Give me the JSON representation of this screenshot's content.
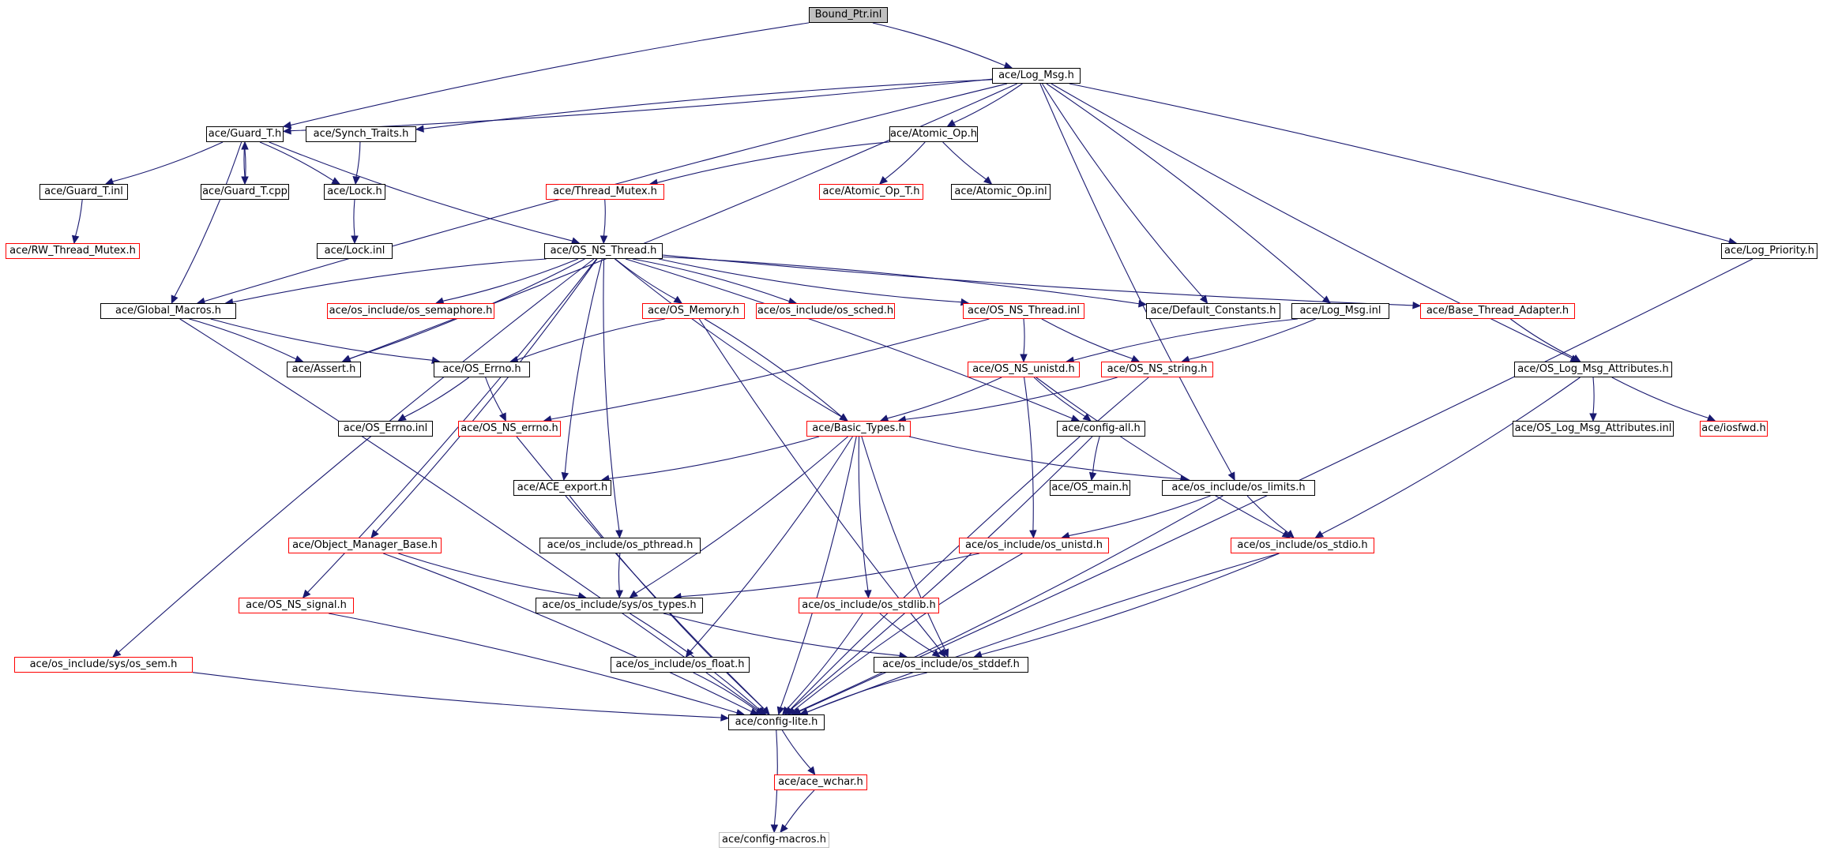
{
  "colors": {
    "edge": "#191970",
    "red_border": "#ff0000",
    "black_border": "#000000",
    "gray_border": "#bfbfbf",
    "root_fill": "#bfbfbf"
  },
  "nodes": [
    {
      "id": "n0",
      "label": "Bound_Ptr.inl",
      "style": "root"
    },
    {
      "id": "n1",
      "label": "ace/Log_Msg.h",
      "style": "black"
    },
    {
      "id": "n2",
      "label": "ace/Guard_T.h",
      "style": "black"
    },
    {
      "id": "n3",
      "label": "ace/Synch_Traits.h",
      "style": "black"
    },
    {
      "id": "n4",
      "label": "ace/Atomic_Op.h",
      "style": "black"
    },
    {
      "id": "n5",
      "label": "ace/Guard_T.inl",
      "style": "black"
    },
    {
      "id": "n6",
      "label": "ace/Guard_T.cpp",
      "style": "black"
    },
    {
      "id": "n7",
      "label": "ace/Lock.h",
      "style": "black"
    },
    {
      "id": "n8",
      "label": "ace/Thread_Mutex.h",
      "style": "red"
    },
    {
      "id": "n9",
      "label": "ace/Atomic_Op_T.h",
      "style": "red"
    },
    {
      "id": "n10",
      "label": "ace/Atomic_Op.inl",
      "style": "black"
    },
    {
      "id": "n11",
      "label": "ace/RW_Thread_Mutex.h",
      "style": "red"
    },
    {
      "id": "n12",
      "label": "ace/Lock.inl",
      "style": "black"
    },
    {
      "id": "n13",
      "label": "ace/OS_NS_Thread.h",
      "style": "black"
    },
    {
      "id": "n14",
      "label": "ace/Log_Priority.h",
      "style": "black"
    },
    {
      "id": "n15",
      "label": "ace/Global_Macros.h",
      "style": "black"
    },
    {
      "id": "n16",
      "label": "ace/os_include/os_semaphore.h",
      "style": "red"
    },
    {
      "id": "n17",
      "label": "ace/OS_Memory.h",
      "style": "red"
    },
    {
      "id": "n18",
      "label": "ace/os_include/os_sched.h",
      "style": "red"
    },
    {
      "id": "n19",
      "label": "ace/OS_NS_Thread.inl",
      "style": "red"
    },
    {
      "id": "n20",
      "label": "ace/Default_Constants.h",
      "style": "black"
    },
    {
      "id": "n21",
      "label": "ace/Log_Msg.inl",
      "style": "black"
    },
    {
      "id": "n22",
      "label": "ace/Base_Thread_Adapter.h",
      "style": "red"
    },
    {
      "id": "n23",
      "label": "ace/Assert.h",
      "style": "black"
    },
    {
      "id": "n24",
      "label": "ace/OS_Errno.h",
      "style": "black"
    },
    {
      "id": "n25",
      "label": "ace/OS_NS_unistd.h",
      "style": "red"
    },
    {
      "id": "n26",
      "label": "ace/OS_NS_string.h",
      "style": "red"
    },
    {
      "id": "n27",
      "label": "ace/OS_Log_Msg_Attributes.h",
      "style": "black"
    },
    {
      "id": "n28",
      "label": "ace/OS_Errno.inl",
      "style": "black"
    },
    {
      "id": "n29",
      "label": "ace/OS_NS_errno.h",
      "style": "red"
    },
    {
      "id": "n30",
      "label": "ace/Basic_Types.h",
      "style": "red"
    },
    {
      "id": "n31",
      "label": "ace/config-all.h",
      "style": "black"
    },
    {
      "id": "n32",
      "label": "ace/OS_Log_Msg_Attributes.inl",
      "style": "black"
    },
    {
      "id": "n33",
      "label": "ace/iosfwd.h",
      "style": "red"
    },
    {
      "id": "n34",
      "label": "ace/ACE_export.h",
      "style": "black"
    },
    {
      "id": "n35",
      "label": "ace/os_include/os_limits.h",
      "style": "black"
    },
    {
      "id": "n36",
      "label": "ace/OS_main.h",
      "style": "black"
    },
    {
      "id": "n37",
      "label": "ace/Object_Manager_Base.h",
      "style": "red"
    },
    {
      "id": "n38",
      "label": "ace/os_include/os_pthread.h",
      "style": "black"
    },
    {
      "id": "n39",
      "label": "ace/os_include/os_unistd.h",
      "style": "red"
    },
    {
      "id": "n40",
      "label": "ace/os_include/os_stdio.h",
      "style": "red"
    },
    {
      "id": "n41",
      "label": "ace/OS_NS_signal.h",
      "style": "red"
    },
    {
      "id": "n42",
      "label": "ace/os_include/sys/os_types.h",
      "style": "black"
    },
    {
      "id": "n43",
      "label": "ace/os_include/os_stdlib.h",
      "style": "red"
    },
    {
      "id": "n44",
      "label": "ace/os_include/sys/os_sem.h",
      "style": "red"
    },
    {
      "id": "n45",
      "label": "ace/os_include/os_float.h",
      "style": "black"
    },
    {
      "id": "n46",
      "label": "ace/os_include/os_stddef.h",
      "style": "black"
    },
    {
      "id": "n47",
      "label": "ace/config-lite.h",
      "style": "black"
    },
    {
      "id": "n48",
      "label": "ace/ace_wchar.h",
      "style": "red"
    },
    {
      "id": "n49",
      "label": "ace/config-macros.h",
      "style": "gray"
    }
  ],
  "edges": [
    [
      "n0",
      "n1"
    ],
    [
      "n0",
      "n2"
    ],
    [
      "n1",
      "n2"
    ],
    [
      "n1",
      "n3"
    ],
    [
      "n1",
      "n4"
    ],
    [
      "n1",
      "n15"
    ],
    [
      "n1",
      "n23"
    ],
    [
      "n1",
      "n20"
    ],
    [
      "n1",
      "n21"
    ],
    [
      "n1",
      "n27"
    ],
    [
      "n1",
      "n14"
    ],
    [
      "n1",
      "n35"
    ],
    [
      "n2",
      "n5"
    ],
    [
      "n2",
      "n6"
    ],
    [
      "n2",
      "n7"
    ],
    [
      "n2",
      "n13"
    ],
    [
      "n2",
      "n15"
    ],
    [
      "n6",
      "n2"
    ],
    [
      "n3",
      "n7"
    ],
    [
      "n7",
      "n12"
    ],
    [
      "n5",
      "n11"
    ],
    [
      "n4",
      "n8"
    ],
    [
      "n4",
      "n9"
    ],
    [
      "n4",
      "n10"
    ],
    [
      "n8",
      "n13"
    ],
    [
      "n13",
      "n15"
    ],
    [
      "n13",
      "n16"
    ],
    [
      "n13",
      "n17"
    ],
    [
      "n13",
      "n18"
    ],
    [
      "n13",
      "n19"
    ],
    [
      "n13",
      "n20"
    ],
    [
      "n13",
      "n22"
    ],
    [
      "n13",
      "n23"
    ],
    [
      "n13",
      "n30"
    ],
    [
      "n13",
      "n31"
    ],
    [
      "n13",
      "n34"
    ],
    [
      "n13",
      "n37"
    ],
    [
      "n13",
      "n38"
    ],
    [
      "n13",
      "n41"
    ],
    [
      "n13",
      "n44"
    ],
    [
      "n15",
      "n23"
    ],
    [
      "n15",
      "n24"
    ],
    [
      "n15",
      "n47"
    ],
    [
      "n17",
      "n24"
    ],
    [
      "n17",
      "n30"
    ],
    [
      "n17",
      "n46"
    ],
    [
      "n19",
      "n25"
    ],
    [
      "n19",
      "n26"
    ],
    [
      "n19",
      "n29"
    ],
    [
      "n21",
      "n25"
    ],
    [
      "n21",
      "n26"
    ],
    [
      "n22",
      "n27"
    ],
    [
      "n24",
      "n28"
    ],
    [
      "n24",
      "n29"
    ],
    [
      "n25",
      "n30"
    ],
    [
      "n25",
      "n31"
    ],
    [
      "n25",
      "n39"
    ],
    [
      "n25",
      "n40"
    ],
    [
      "n26",
      "n30"
    ],
    [
      "n26",
      "n47"
    ],
    [
      "n27",
      "n32"
    ],
    [
      "n27",
      "n33"
    ],
    [
      "n27",
      "n40"
    ],
    [
      "n29",
      "n47"
    ],
    [
      "n30",
      "n34"
    ],
    [
      "n30",
      "n35"
    ],
    [
      "n30",
      "n42"
    ],
    [
      "n30",
      "n43"
    ],
    [
      "n30",
      "n45"
    ],
    [
      "n30",
      "n46"
    ],
    [
      "n30",
      "n47"
    ],
    [
      "n31",
      "n36"
    ],
    [
      "n31",
      "n47"
    ],
    [
      "n34",
      "n47"
    ],
    [
      "n35",
      "n39"
    ],
    [
      "n35",
      "n40"
    ],
    [
      "n35",
      "n47"
    ],
    [
      "n37",
      "n42"
    ],
    [
      "n37",
      "n47"
    ],
    [
      "n38",
      "n42"
    ],
    [
      "n39",
      "n42"
    ],
    [
      "n39",
      "n47"
    ],
    [
      "n40",
      "n46"
    ],
    [
      "n40",
      "n47"
    ],
    [
      "n41",
      "n47"
    ],
    [
      "n42",
      "n46"
    ],
    [
      "n42",
      "n47"
    ],
    [
      "n43",
      "n46"
    ],
    [
      "n43",
      "n47"
    ],
    [
      "n44",
      "n47"
    ],
    [
      "n45",
      "n47"
    ],
    [
      "n46",
      "n47"
    ],
    [
      "n14",
      "n47"
    ],
    [
      "n47",
      "n48"
    ],
    [
      "n47",
      "n49"
    ],
    [
      "n48",
      "n49"
    ]
  ]
}
